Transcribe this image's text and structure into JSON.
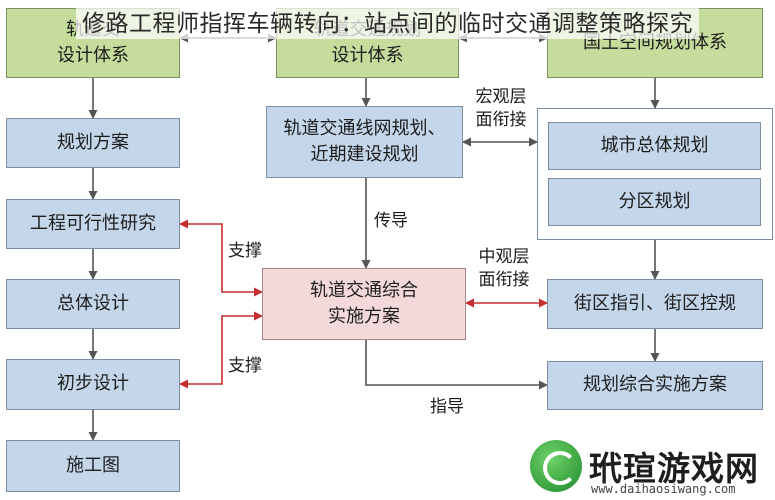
{
  "title": "修路工程师指挥车辆转向：站点间的临时交通调整策略探究",
  "nodes": {
    "top_left": "轨道交\n设计体系",
    "top_mid": "轨道交通规划\n设计体系",
    "top_right": "国土空间规划体系",
    "plan": "规划方案",
    "feasibility": "工程可行性研究",
    "overall_design": "总体设计",
    "prelim_design": "初步设计",
    "construction_drawing": "施工图",
    "network_plan": "轨道交通线网规划、\n近期建设规划",
    "integrated": "轨道交通综合\n实施方案",
    "city_master": "城市总体规划",
    "district": "分区规划",
    "block": "街区指引、街区控规",
    "comprehensive": "规划综合实施方案"
  },
  "labels": {
    "macro": "宏观层\n面衔接",
    "meso": "中观层\n面衔接",
    "transmit": "传导",
    "support_1": "支撑",
    "support_2": "支撑",
    "guide": "指导"
  },
  "colors": {
    "green": "#c5dc9d",
    "blue": "#c4d6ea",
    "pink": "#f3d9d9",
    "line": "#555555",
    "red_line": "#c62f2f"
  },
  "watermark": {
    "name": "玳瑄游戏网",
    "url": "www.daihaosiwang.com"
  }
}
